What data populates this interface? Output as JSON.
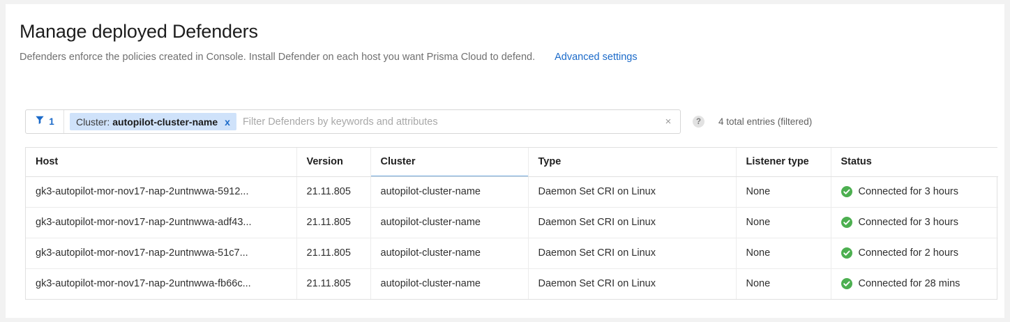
{
  "header": {
    "title": "Manage deployed Defenders",
    "subtitle": "Defenders enforce the policies created in Console. Install Defender on each host you want Prisma Cloud to defend.",
    "advanced_link": "Advanced settings"
  },
  "filter_bar": {
    "filter_icon": "funnel-icon",
    "active_filter_count": "1",
    "chip": {
      "key": "Cluster:",
      "value": "autopilot-cluster-name",
      "remove_label": "x"
    },
    "input_value": "",
    "placeholder": "Filter Defenders by keywords and attributes",
    "clear_label": "×",
    "help_label": "?",
    "entries_label": "4 total entries (filtered)"
  },
  "table": {
    "columns": [
      {
        "label": "Host",
        "key": "host",
        "active": false
      },
      {
        "label": "Version",
        "key": "version",
        "active": false
      },
      {
        "label": "Cluster",
        "key": "cluster",
        "active": true
      },
      {
        "label": "Type",
        "key": "type",
        "active": false
      },
      {
        "label": "Listener type",
        "key": "listener",
        "active": false
      },
      {
        "label": "Status",
        "key": "status",
        "active": false
      }
    ],
    "rows": [
      {
        "host": "gk3-autopilot-mor-nov17-nap-2untnwwa-5912...",
        "version": "21.11.805",
        "cluster": "autopilot-cluster-name",
        "type": "Daemon Set CRI on Linux",
        "listener": "None",
        "status": "Connected for 3 hours",
        "status_icon": "check-circle-icon"
      },
      {
        "host": "gk3-autopilot-mor-nov17-nap-2untnwwa-adf43...",
        "version": "21.11.805",
        "cluster": "autopilot-cluster-name",
        "type": "Daemon Set CRI on Linux",
        "listener": "None",
        "status": "Connected for 3 hours",
        "status_icon": "check-circle-icon"
      },
      {
        "host": "gk3-autopilot-mor-nov17-nap-2untnwwa-51c7...",
        "version": "21.11.805",
        "cluster": "autopilot-cluster-name",
        "type": "Daemon Set CRI on Linux",
        "listener": "None",
        "status": "Connected for 2 hours",
        "status_icon": "check-circle-icon"
      },
      {
        "host": "gk3-autopilot-mor-nov17-nap-2untnwwa-fb66c...",
        "version": "21.11.805",
        "cluster": "autopilot-cluster-name",
        "type": "Daemon Set CRI on Linux",
        "listener": "None",
        "status": "Connected for 28 mins",
        "status_icon": "check-circle-icon"
      }
    ]
  },
  "colors": {
    "accent_blue": "#1b6ac9",
    "chip_bg": "#cfe2fa",
    "status_green": "#4caf50",
    "header_underline": "#6fa8dc",
    "page_bg": "#f2f2f2"
  }
}
